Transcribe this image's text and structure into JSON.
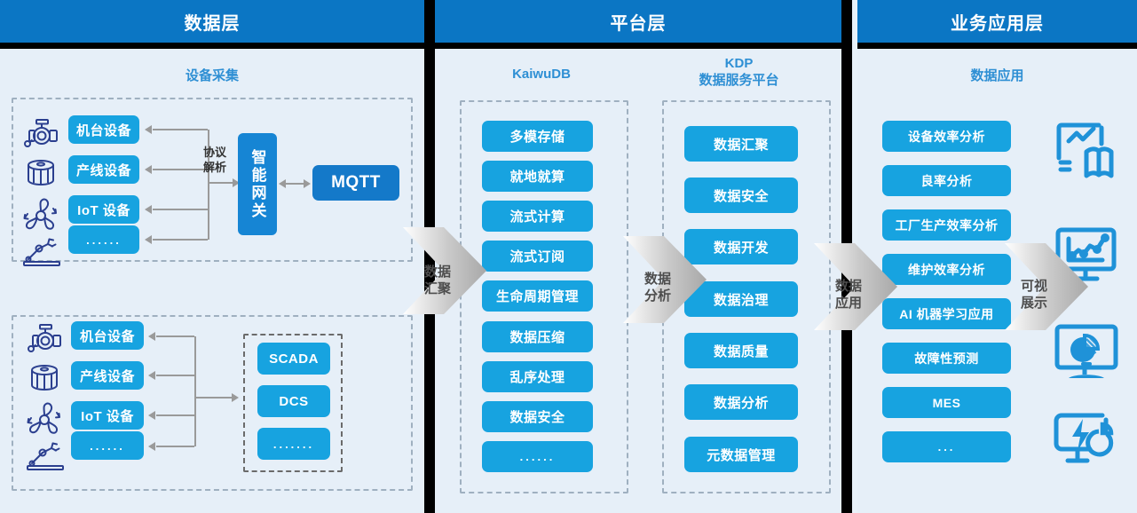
{
  "layers": [
    {
      "id": "data-layer",
      "title": "数据层",
      "subtitle": "设备采集"
    },
    {
      "id": "platform-layer",
      "title": "平台层",
      "subtitle_left": "KaiwuDB",
      "subtitle_right_1": "KDP",
      "subtitle_right_2": "数据服务平台"
    },
    {
      "id": "app-layer",
      "title": "业务应用层",
      "subtitle": "数据应用"
    }
  ],
  "data_layer": {
    "group_top": {
      "devices": [
        "机台设备",
        "产线设备",
        "IoT 设备",
        "......"
      ],
      "device_icons": [
        "valve-icon",
        "drum-icon",
        "fan-icon",
        "robot-arm-icon"
      ],
      "protocol_label_1": "协议",
      "protocol_label_2": "解析",
      "gateway": "智能网关",
      "mqtt": "MQTT"
    },
    "group_bottom": {
      "devices": [
        "机台设备",
        "产线设备",
        "IoT 设备",
        "......"
      ],
      "device_icons": [
        "valve-icon",
        "drum-icon",
        "fan-icon",
        "robot-arm-icon"
      ],
      "systems": [
        "SCADA",
        "DCS",
        "......."
      ]
    }
  },
  "platform_layer": {
    "kaiwudb_items": [
      "多模存储",
      "就地就算",
      "流式计算",
      "流式订阅",
      "生命周期管理",
      "数据压缩",
      "乱序处理",
      "数据安全",
      "......"
    ],
    "kdp_items": [
      "数据汇聚",
      "数据安全",
      "数据开发",
      "数据治理",
      "数据质量",
      "数据分析",
      "元数据管理"
    ]
  },
  "app_layer": {
    "items": [
      "设备效率分析",
      "良率分析",
      "工厂生产效率分析",
      "维护效率分析",
      "AI 机器学习应用",
      "故障性预测",
      "MES",
      "..."
    ],
    "icons": [
      "report-chart-book-icon",
      "monitor-linechart-icon",
      "monitor-piechart-icon",
      "monitor-energy-icon"
    ]
  },
  "arrows": [
    {
      "id": "arrow-data-aggregation",
      "line1": "数据",
      "line2": "汇聚"
    },
    {
      "id": "arrow-data-analysis",
      "line1": "数据",
      "line2": "分析"
    },
    {
      "id": "arrow-data-application",
      "line1": "数据",
      "line2": "应用"
    },
    {
      "id": "arrow-visualization",
      "line1": "可视",
      "line2": "展示"
    }
  ],
  "colors": {
    "header_blue": "#0b76c4",
    "panel_bg": "#e6eff8",
    "chip_blue": "#17a3e0",
    "chip_deep_blue": "#1479c9",
    "subtitle_blue": "#2e8fd4",
    "connector_gray": "#9a9a9a",
    "divider_black": "#000000",
    "device_icon_navy": "#2b3f8f"
  }
}
